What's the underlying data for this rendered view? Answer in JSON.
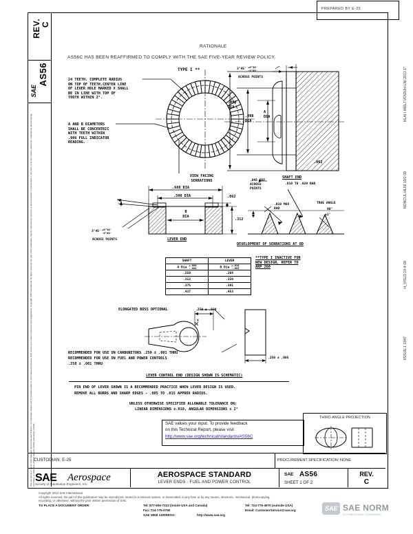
{
  "document": {
    "top_right_code": "PREPARED BY E-25",
    "rationale_heading": "RATIONALE",
    "rationale_text": "AS56C HAS BEEN REAFFIRMED TO COMPLY WITH THE SAE FIVE-YEAR REVIEW POLICY.",
    "rev_tab_label": "REV.",
    "rev_tab_value": "C",
    "standard_tab_logo": "SAE",
    "standard_tab_number": "AS56",
    "side_note": "This document is not an SAE Standard, Recommended Practice, or Information Report and is provided solely for informational purposes. SAE invites your written comments and suggestions.  Copyright SAE International.  All rights reserved.  No part of this publication may be reproduced, stored in a retrieval system or transmitted, in any form or by any means, electronic, mechanical, photocopying, recording, or otherwise, without the prior written permission of SAE.",
    "right_margin_codes": [
      "IISSUE 1 1947",
      "H_VISLD 19-4 08",
      "NONCUL-HLNI 19/2 08",
      "HLAI I HMLJ VO\\OUH-LNI 2012 1\""
    ]
  },
  "type_i": {
    "title": "TYPE I **",
    "teeth_note": "24 TEETH. COMPLETE RADIUS\nON TOP OF TEETH.CENTER LINE\nOF LEVER HOLE MARKED X SHALL\nBE IN LINE WITH TOP OF\nTOOTH WITHIN 2°.",
    "concentric_note": "A AND B DIAMETERS\nSHALL BE CONCENTRIC\nWITH TEETH WITHIN\n.006 FULL INDICATOR\nREADING.",
    "across_points_angle": "3°45'",
    "across_points_tol_plus": "+0°30'",
    "across_points_tol_minus": "-0°00'",
    "across_points_label": "ACROSS POINTS",
    "dia_888": ".888\nDIA",
    "dia_800": ".800\nDIA",
    "dia_A": "A\nDIA",
    "shaft_end_label": "SHAFT END",
    "dim_062": ".062",
    "view_facing": "VIEW FACING\nSERRATIONS",
    "dia_688": ".688 DIA",
    "dia_500": ".500 DIA",
    "dia_B": "B\nDIA",
    "dim_312": ".312",
    "dim_062b": ".062",
    "lever_end_label": "LEVER END",
    "bottom_angle": "3°45'",
    "bottom_angle_plus": "+0°30'",
    "bottom_angle_minus": "-0°00'",
    "bottom_across_points": "ACROSS POINTS",
    "ref_across_points": ".045 REF\nACROSS\nPOINTS",
    "rad_010_020": ".010 TO .020 RAD",
    "max_rad": ".010 MAX\nRAD",
    "true_angle": "TRUE ANGLE",
    "true_angle_value": "90°",
    "true_angle_tol": "±1°",
    "development_label": "DEVELOPMENT OF SERRATIONS AT OD",
    "inactive_note": "**TYPE I INACTIVE FOR\nNEW DESIGN, REFER TO\nARP 260"
  },
  "dim_table": {
    "headers": [
      "SHAFT",
      "LEVER"
    ],
    "subheaders": [
      {
        "name": "A Dia",
        "plus": "+.000",
        "minus": "-.004"
      },
      {
        "name": "B Dia",
        "plus": "+.010",
        "minus": "-.005"
      }
    ],
    "rows": [
      [
        ".250",
        ".266"
      ],
      [
        ".312",
        ".328"
      ],
      [
        ".375",
        ".391"
      ],
      [
        ".437",
        ".453"
      ]
    ]
  },
  "lever_control": {
    "boss_note": "ELONGATED BOSS OPTIONAL",
    "dim_250_030": ".250 ± .030",
    "mark_x": "X",
    "dim_250_005": ".250 ± .005",
    "rec_line1": "RECOMMENDED FOR USE ON CARBURETORS .250 ± .001 THRU",
    "rec_line2": "RECOMMENDED FOR USE ON FUEL AND POWER CONTROLS",
    "rec_line3": ".250 ± .001 THRU",
    "caption": "LEVER CONTROL END (DESIGN SHOWN IS SCHEMATIC)"
  },
  "notes": {
    "line1": "PIN END OF LEVER SHOWN IS A RECOMMENDED PRACTICE WHEN LEVER DESIGN IS USED.",
    "line2": "REMOVE ALL BURRS AND SHARP EDGES - .005 TO .015 APPROX RADIUS.",
    "tol_line1": "UNLESS OTHERWISE SPECIFIED ALLOWABLE TOLERANCE ON:",
    "tol_line2": "LINEAR DIMENSIONS ±.010, ANGULAR DIMENSIONS ± 2°"
  },
  "feedback": {
    "line1": "SAE values your input. To provide feedback",
    "line2": "on this Technical Report, please visit",
    "link": "http://www.sae.org/technical/standards/AS56C"
  },
  "third_angle": {
    "label": "THIRD ANGLE PROJECTION"
  },
  "custodian": {
    "label": "CUSTODIAN: E-25"
  },
  "procurement": {
    "label": "PROCUREMENT SPECIFICATION: NONE"
  },
  "title_block": {
    "logo_sae": "SAE",
    "logo_aerospace": "Aerospace",
    "logo_sub": "Society of Automotive Engineers, Inc.",
    "doc_type": "AEROSPACE STANDARD",
    "subject": "LEVER ENDS - FUEL AND POWER CONTROL",
    "number_prefix": "SAE",
    "number": "AS56",
    "sheet": "SHEET 1 OF 2",
    "rev_label": "REV.",
    "rev_value": "C"
  },
  "footer": {
    "copyright": "Copyright 2012 SAE International",
    "rights1": "All rights reserved.  No part of this publication may be reproduced, stored in a retrieval system, or transmitted, in any form or by any means, electronic, mechanical, photocopying,",
    "rights2": "recording, or otherwise, without the prior written permission of SAE.",
    "order_label": "TO PLACE A DOCUMENT ORDER:",
    "tel": "Tel:   877-606-7323 (inside USA and Canada)",
    "tel2": "Tel:   724-776-4970 (outside USA)",
    "fax": "Fax:  724-776-0790",
    "email_label": "Email: CustomerService@sae.org",
    "web_label": "SAE WEB ADDRESS:",
    "web": "http://www.sae.org"
  },
  "watermark": {
    "badge": "SAE",
    "name": "SAE NORM",
    "sub": "INTERNATIONAL STANDARDS"
  }
}
